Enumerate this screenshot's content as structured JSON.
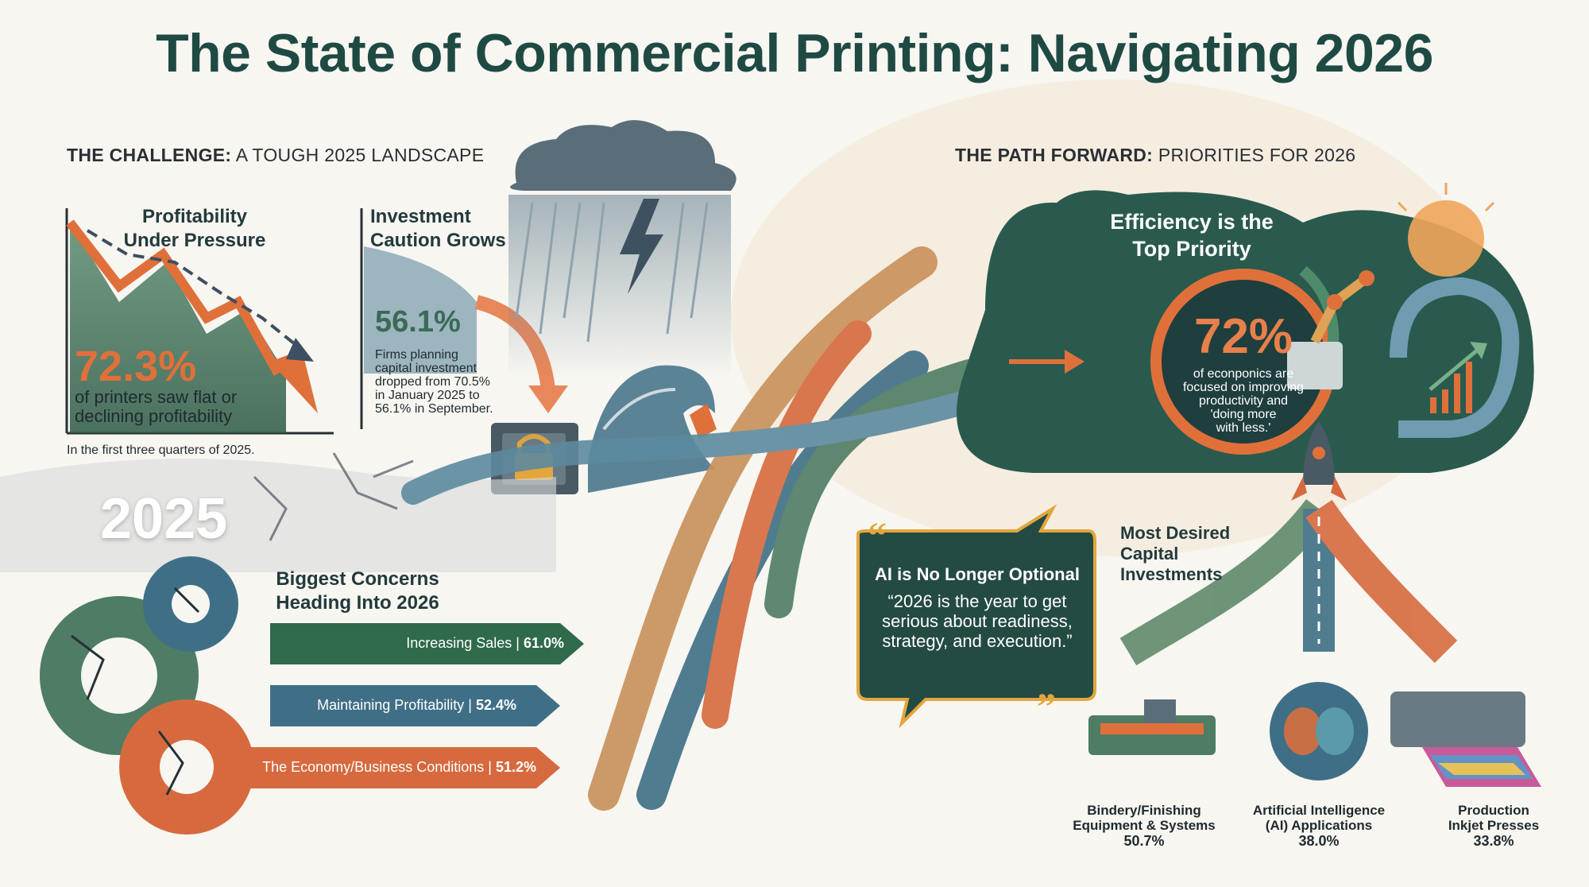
{
  "title": "The State of Commercial Printing: Navigating 2026",
  "challenge": {
    "head_bold": "THE CHALLENGE:",
    "head_rest": " A TOUGH 2025 LANDSCAPE",
    "profit": {
      "title_line1": "Profitability",
      "title_line2": "Under Pressure",
      "percent": "72.3%",
      "desc_line1": "of printers saw flat or",
      "desc_line2": "declining profitability",
      "note": "In the first three quarters of 2025."
    },
    "investment": {
      "title_line1": "Investment",
      "title_line2": "Caution Grows",
      "percent": "56.1%",
      "desc_lines": [
        "Firms planning",
        "capital investment",
        "dropped from 70.5%",
        "in January 2025 to",
        "56.1% in September."
      ]
    },
    "year": "2025",
    "concerns": {
      "title_line1": "Biggest Concerns",
      "title_line2": "Heading Into 2026",
      "bars": [
        {
          "label": "Increasing Sales",
          "value": "61.0%",
          "color": "#2f6a4a"
        },
        {
          "label": "Maintaining Profitability",
          "value": "52.4%",
          "color": "#3f6f86"
        },
        {
          "label": "The Economy/Business Conditions",
          "value": "51.2%",
          "color": "#d66a3e"
        }
      ]
    }
  },
  "path": {
    "head_bold": "THE PATH FORWARD:",
    "head_rest": " PRIORITIES FOR 2026",
    "efficiency": {
      "title_line1": "Efficiency is the",
      "title_line2": "Top Priority",
      "percent": "72%",
      "desc_lines": [
        "of econponics are",
        "focused on improving",
        "productivity and",
        "'doing more",
        "with less.'"
      ]
    },
    "quote": {
      "title": "AI is No Longer Optional",
      "lines": [
        "“2026 is the year to get",
        "serious about readiness,",
        "strategy, and execution.”"
      ]
    },
    "investments": {
      "head_lines": [
        "Most Desired",
        "Capital",
        "Investments"
      ],
      "items": [
        {
          "label_lines": [
            "Bindery/Finishing",
            "Equipment & Systems"
          ],
          "value": "50.7%"
        },
        {
          "label_lines": [
            "Artificial Intelligence",
            "(AI) Applications"
          ],
          "value": "38.0%"
        },
        {
          "label_lines": [
            "Production",
            "Inkjet Presses"
          ],
          "value": "33.8%"
        }
      ]
    }
  },
  "colors": {
    "dark_green": "#1f4a44",
    "green": "#2f6a4a",
    "teal_blue": "#3f6f86",
    "orange": "#e0703a",
    "background": "#f7f6f1"
  },
  "icons": [
    "storm-cloud-icon",
    "lightning-icon",
    "padlock-icon",
    "warning-icon",
    "cracked-gear-icon",
    "robot-arm-icon",
    "rocket-icon",
    "brain-icon",
    "printer-icon",
    "sun-icon",
    "quote-icon"
  ]
}
